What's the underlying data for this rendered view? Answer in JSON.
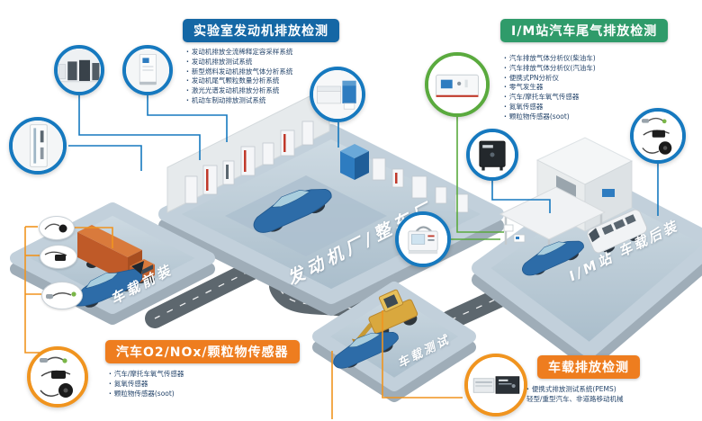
{
  "panels": {
    "lab": {
      "title": "实验室发动机排放检测",
      "accent": "#1467a5",
      "items": [
        "发动机排放全流稀释定容采样系统",
        "发动机排放测试系统",
        "新型燃料发动机排放气体分析系统",
        "发动机尾气颗粒数量分析系统",
        "激光光谱发动机排放分析系统",
        "机动车制动排放测试系统"
      ]
    },
    "im": {
      "title": "I/M站汽车尾气排放检测",
      "accent": "#2f9b6a",
      "items": [
        "汽车排放气体分析仪(柴油车)",
        "汽车排放气体分析仪(汽油车)",
        "便携式PN分析仪",
        "零气发生器",
        "汽车/摩托车氧气传感器",
        "氮氧传感器",
        "颗粒物传感器(soot)"
      ]
    },
    "sensors": {
      "title": "汽车O2/NOx/颗粒物传感器",
      "accent": "#ee7d1f",
      "items": [
        "汽车/摩托车氧气传感器",
        "氮氧传感器",
        "颗粒物传感器(soot)"
      ]
    },
    "obd": {
      "title": "车载排放检测",
      "accent": "#ee7d1f",
      "items": [
        "便携式排放测试系统(PEMS)",
        "轻型/重型汽车、非道路移动机械"
      ]
    }
  },
  "scene": {
    "labels": {
      "factory": "发动机厂/整车厂",
      "front_install": "车载前装",
      "road_test": "车载测试",
      "im_station": "I/M站 车载后装"
    }
  },
  "icons": {
    "lab_racks": "engine-test-racks-icon",
    "test_cabinet": "emission-test-cabinet-icon",
    "cvs_sampler": "cvs-sampler-cabinet-icon",
    "analyzer_bench": "gas-analyzer-bench-icon",
    "benchtop_analyzer": "benchtop-gas-analyzer-icon",
    "pn_cabinet": "pn-analyzer-cabinet-icon",
    "sensor_kit": "oxygen-nox-soot-sensors-icon",
    "portable_analyzer": "portable-analyzer-icon",
    "pems": "pems-equipment-icon"
  },
  "colors": {
    "ring_blue": "#1679bf",
    "ring_green": "#5aaa3e",
    "ring_orange": "#f0941f",
    "road": "#5d676e",
    "platform_top": "#c2d0db",
    "platform_side": "#9fadb8"
  }
}
